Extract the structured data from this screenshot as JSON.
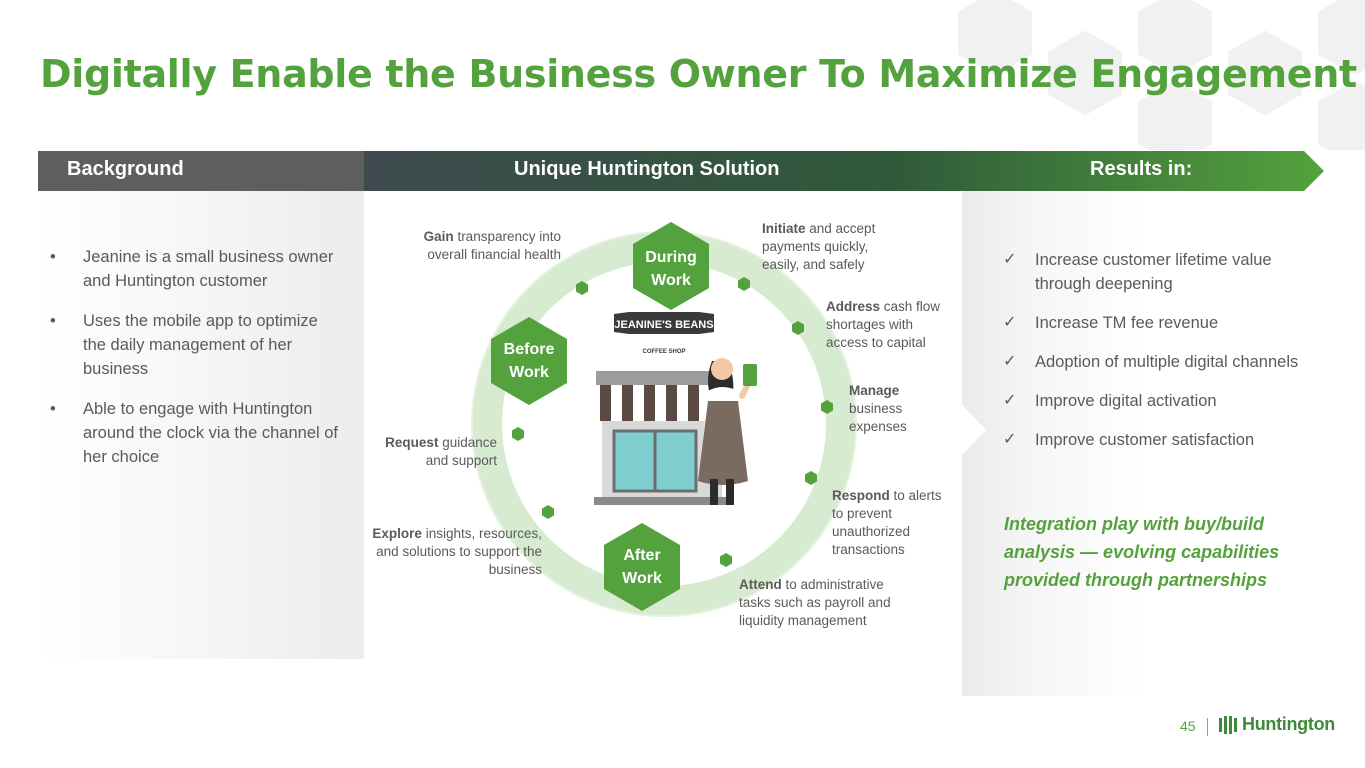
{
  "title": "Digitally Enable the Business Owner To Maximize Engagement",
  "band": {
    "background_label": "Background",
    "solution_label": "Unique Huntington Solution",
    "results_label": "Results in:"
  },
  "background_bullets": [
    "Jeanine is a small business owner and Huntington customer",
    "Uses the mobile app to optimize the daily management of her business",
    "Able to engage with Huntington around the clock via the channel of her choice"
  ],
  "bullet_glyph": "•",
  "check_glyph": "✓",
  "phases": {
    "during": [
      "During",
      "Work"
    ],
    "before": [
      "Before",
      "Work"
    ],
    "after": [
      "After",
      "Work"
    ]
  },
  "shop": {
    "sign_name": "JEANINE'S BEANS",
    "sign_sub": "COFFEE SHOP"
  },
  "annotations": {
    "gain": {
      "bold": "Gain",
      "text": " transparency into overall financial health"
    },
    "initiate": {
      "bold": "Initiate",
      "text": " and accept payments quickly, easily, and safely"
    },
    "address": {
      "bold": "Address",
      "text": " cash flow shortages with access to capital"
    },
    "manage": {
      "bold": "Manage",
      "text": " business expenses"
    },
    "respond": {
      "bold": "Respond",
      "text": " to alerts to prevent unauthorized transactions"
    },
    "attend": {
      "bold": "Attend",
      "text": " to administrative tasks such as payroll and liquidity management"
    },
    "explore": {
      "bold": "Explore",
      "text": " insights, resources, and solutions to support the business"
    },
    "request": {
      "bold": "Request",
      "text": " guidance and support"
    }
  },
  "results": [
    "Increase customer lifetime value through deepening",
    "Increase TM fee revenue",
    "Adoption of multiple digital channels",
    "Improve digital activation",
    "Improve customer satisfaction"
  ],
  "integration_text": "Integration play with buy/build analysis — evolving capabilities provided through partnerships",
  "footer": {
    "page_number": "45",
    "logo_text": "Huntington"
  },
  "colors": {
    "green": "#54a23d",
    "dark_green": "#3f8a3a",
    "band_dark": "#4f4f4f",
    "ring": "#d6ebcf"
  }
}
